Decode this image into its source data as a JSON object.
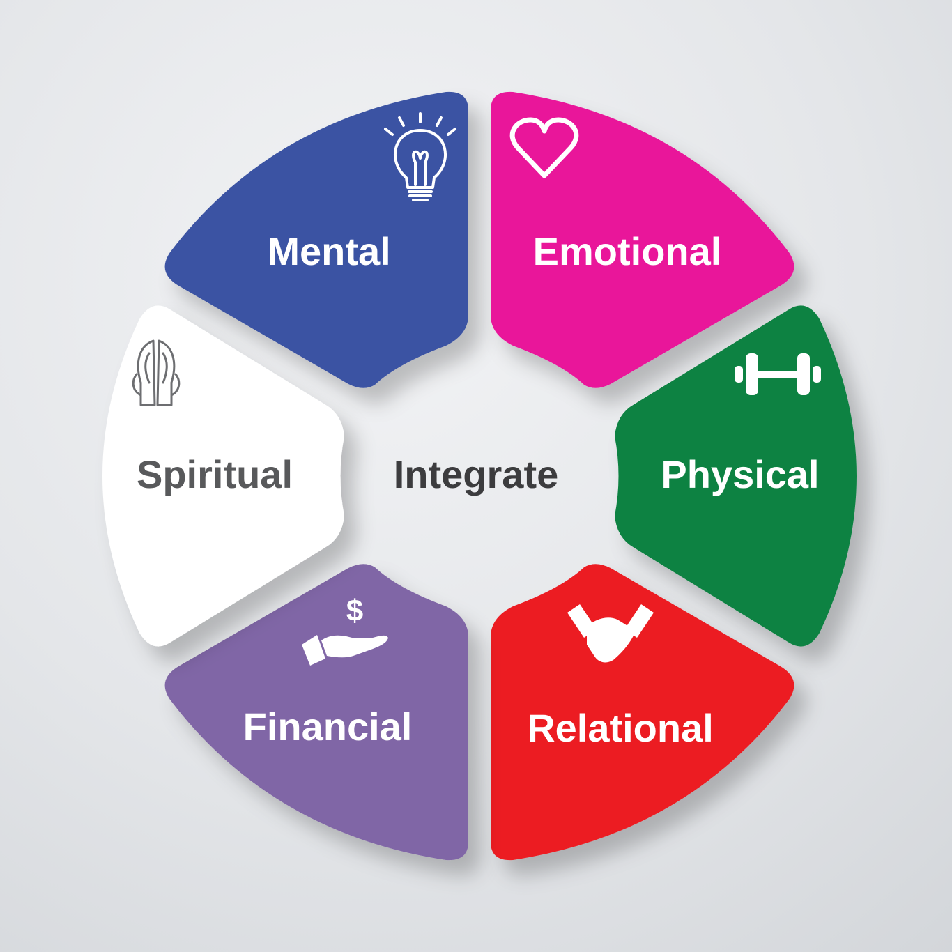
{
  "center": {
    "label": "Integrate",
    "color": "#3c3c3e"
  },
  "segments": [
    {
      "id": "mental",
      "label": "Mental",
      "icon": "lightbulb-icon",
      "color": "#3a52a3",
      "text_color": "#ffffff",
      "icon_color": "#ffffff"
    },
    {
      "id": "emotional",
      "label": "Emotional",
      "icon": "heart-icon",
      "color": "#e9149a",
      "text_color": "#ffffff",
      "icon_color": "#ffffff"
    },
    {
      "id": "physical",
      "label": "Physical",
      "icon": "dumbbell-icon",
      "color": "#0f8242",
      "text_color": "#ffffff",
      "icon_color": "#ffffff"
    },
    {
      "id": "relational",
      "label": "Relational",
      "icon": "handshake-icon",
      "color": "#ec1c24",
      "text_color": "#ffffff",
      "icon_color": "#ffffff"
    },
    {
      "id": "financial",
      "label": "Financial",
      "icon": "money-hand-icon",
      "color": "#8066a6",
      "text_color": "#ffffff",
      "icon_color": "#ffffff"
    },
    {
      "id": "spiritual",
      "label": "Spiritual",
      "icon": "praying-hands-icon",
      "color": "#ffffff",
      "text_color": "#58595b",
      "icon_color": "#6d6e71"
    }
  ]
}
